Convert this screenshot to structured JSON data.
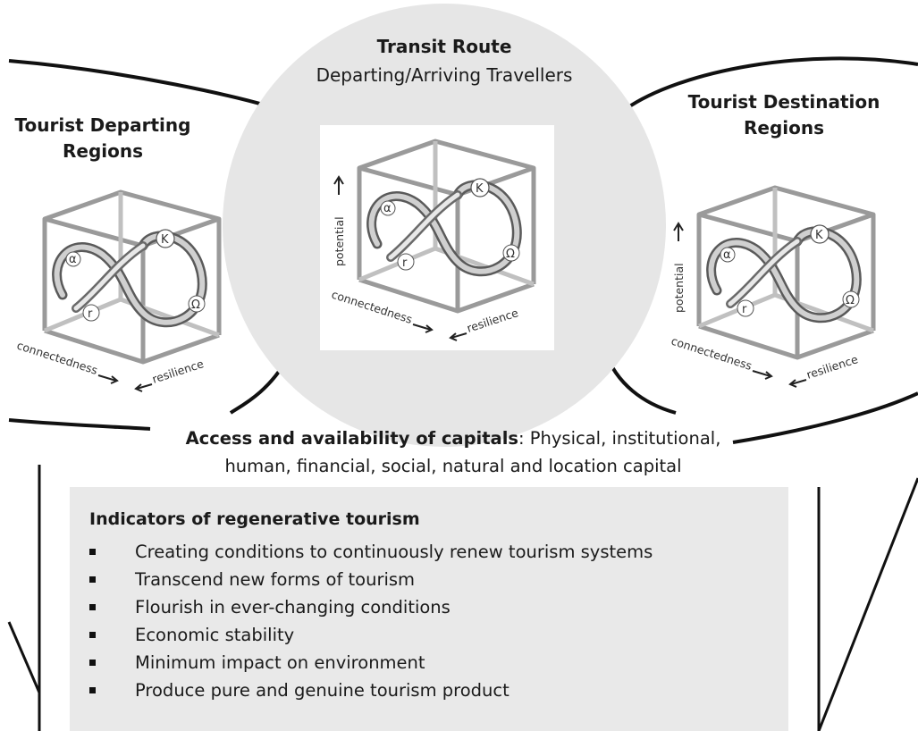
{
  "transit": {
    "title": "Transit Route",
    "subtitle": "Departing/Arriving Travellers"
  },
  "departing": {
    "title_line1": "Tourist Departing",
    "title_line2": "Regions"
  },
  "destination": {
    "title_line1": "Tourist Destination",
    "title_line2": "Regions"
  },
  "cube": {
    "potential": "potential",
    "connectedness": "connectedness",
    "resilience": "resilience",
    "kappa": "K",
    "alpha": "α",
    "r": "r",
    "omega": "Ω"
  },
  "capitals": {
    "bold": "Access and availability of capitals",
    "line1_rest": ": Physical, institutional,",
    "line2": "human, financial, social, natural and location capital"
  },
  "indicators": {
    "title": "Indicators of regenerative tourism",
    "items": [
      "Creating conditions to continuously renew tourism systems",
      "Transcend new forms of tourism",
      "Flourish in ever-changing conditions",
      "Economic stability",
      "Minimum impact on environment",
      "Produce pure and genuine tourism product"
    ]
  }
}
